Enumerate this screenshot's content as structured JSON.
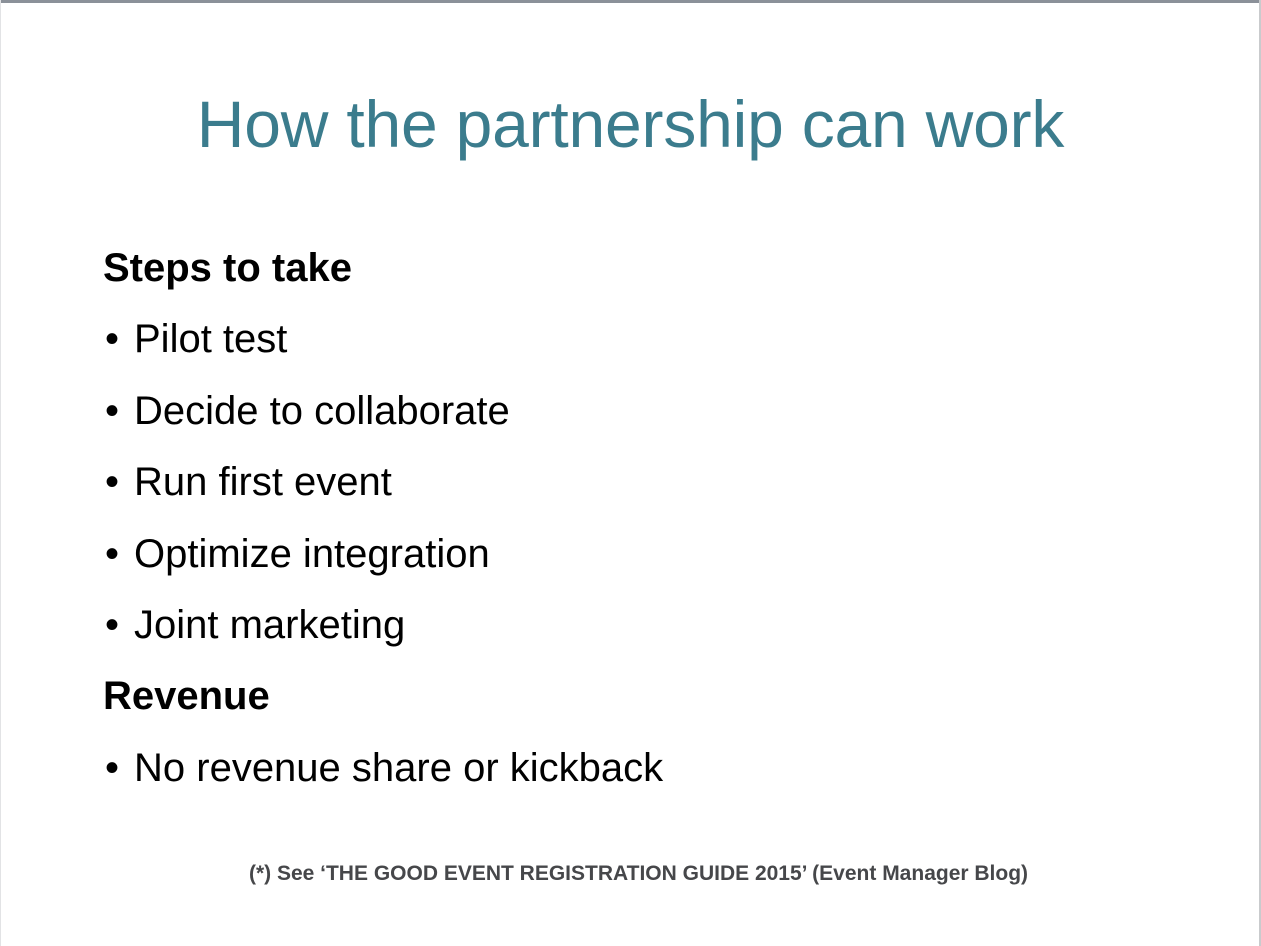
{
  "slide": {
    "title": "How the partnership can work",
    "accent_color": "#3b7c8d",
    "body_color": "#000000",
    "footnote_color": "#46474a",
    "background_color": "#ffffff",
    "frame_color": "#8b9199",
    "bullet_glyph": "•",
    "lines": [
      {
        "kind": "heading",
        "text": "Steps to take"
      },
      {
        "kind": "bullet",
        "text": "Pilot test"
      },
      {
        "kind": "bullet",
        "text": "Decide to collaborate"
      },
      {
        "kind": "bullet",
        "text": "Run first event"
      },
      {
        "kind": "bullet",
        "text": "Optimize integration"
      },
      {
        "kind": "bullet",
        "text": "Joint marketing"
      },
      {
        "kind": "heading",
        "text": "Revenue"
      },
      {
        "kind": "bullet",
        "text": "No revenue share or kickback"
      }
    ],
    "footnote": "(*) See ‘THE GOOD EVENT REGISTRATION GUIDE 2015’ (Event Manager Blog)"
  }
}
